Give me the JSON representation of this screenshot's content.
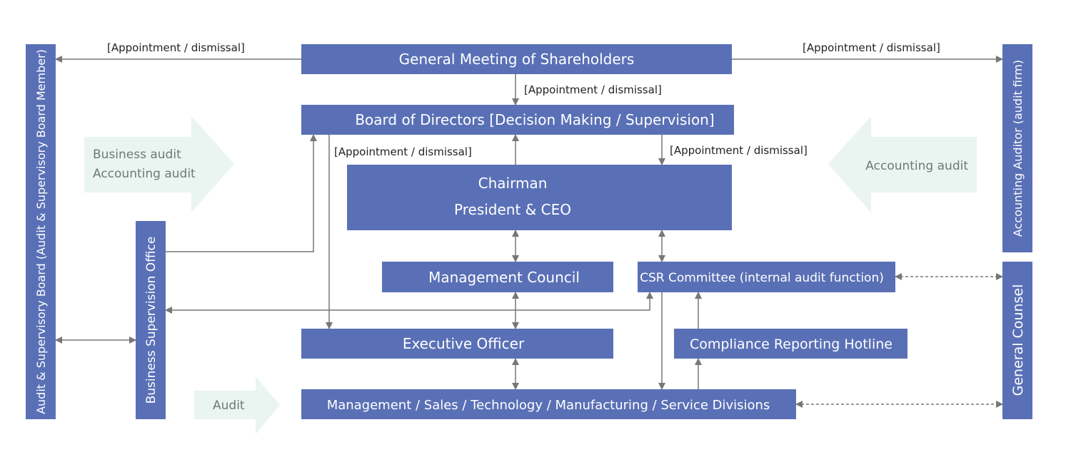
{
  "colors": {
    "box_fill": "#5a70b6",
    "box_text": "#ffffff",
    "connector": "#777777",
    "audit_arrow_fill": "#eaf4f1",
    "audit_arrow_text": "#6b7b78"
  },
  "boxes": {
    "general_meeting": "General Meeting of Shareholders",
    "board_of_directors": "Board of Directors [Decision Making / Supervision]",
    "chairman": "Chairman",
    "president_ceo": "President & CEO",
    "management_council": "Management Council",
    "csr_committee": "CSR Committee (internal audit function)",
    "executive_officer": "Executive Officer",
    "compliance_hotline": "Compliance Reporting Hotline",
    "divisions": "Management / Sales / Technology / Manufacturing / Service Divisions",
    "audit_board": "Audit & Supervisory Board (Audit & Supervisory Board Member)",
    "business_supervision_office": "Business Supervision Office",
    "accounting_auditor": "Accounting Auditor (audit firm)",
    "general_counsel": "General Counsel"
  },
  "labels": {
    "appointment_left_top": "[Appointment / dismissal]",
    "appointment_right_top": "[Appointment / dismissal]",
    "appointment_center_top": "[Appointment / dismissal]",
    "appointment_board_left": "[Appointment / dismissal]",
    "appointment_board_right": "[Appointment / dismissal]"
  },
  "audit_arrows": {
    "business_audit": "Business audit",
    "accounting_audit_left": "Accounting audit",
    "accounting_audit_right": "Accounting audit",
    "audit": "Audit"
  }
}
